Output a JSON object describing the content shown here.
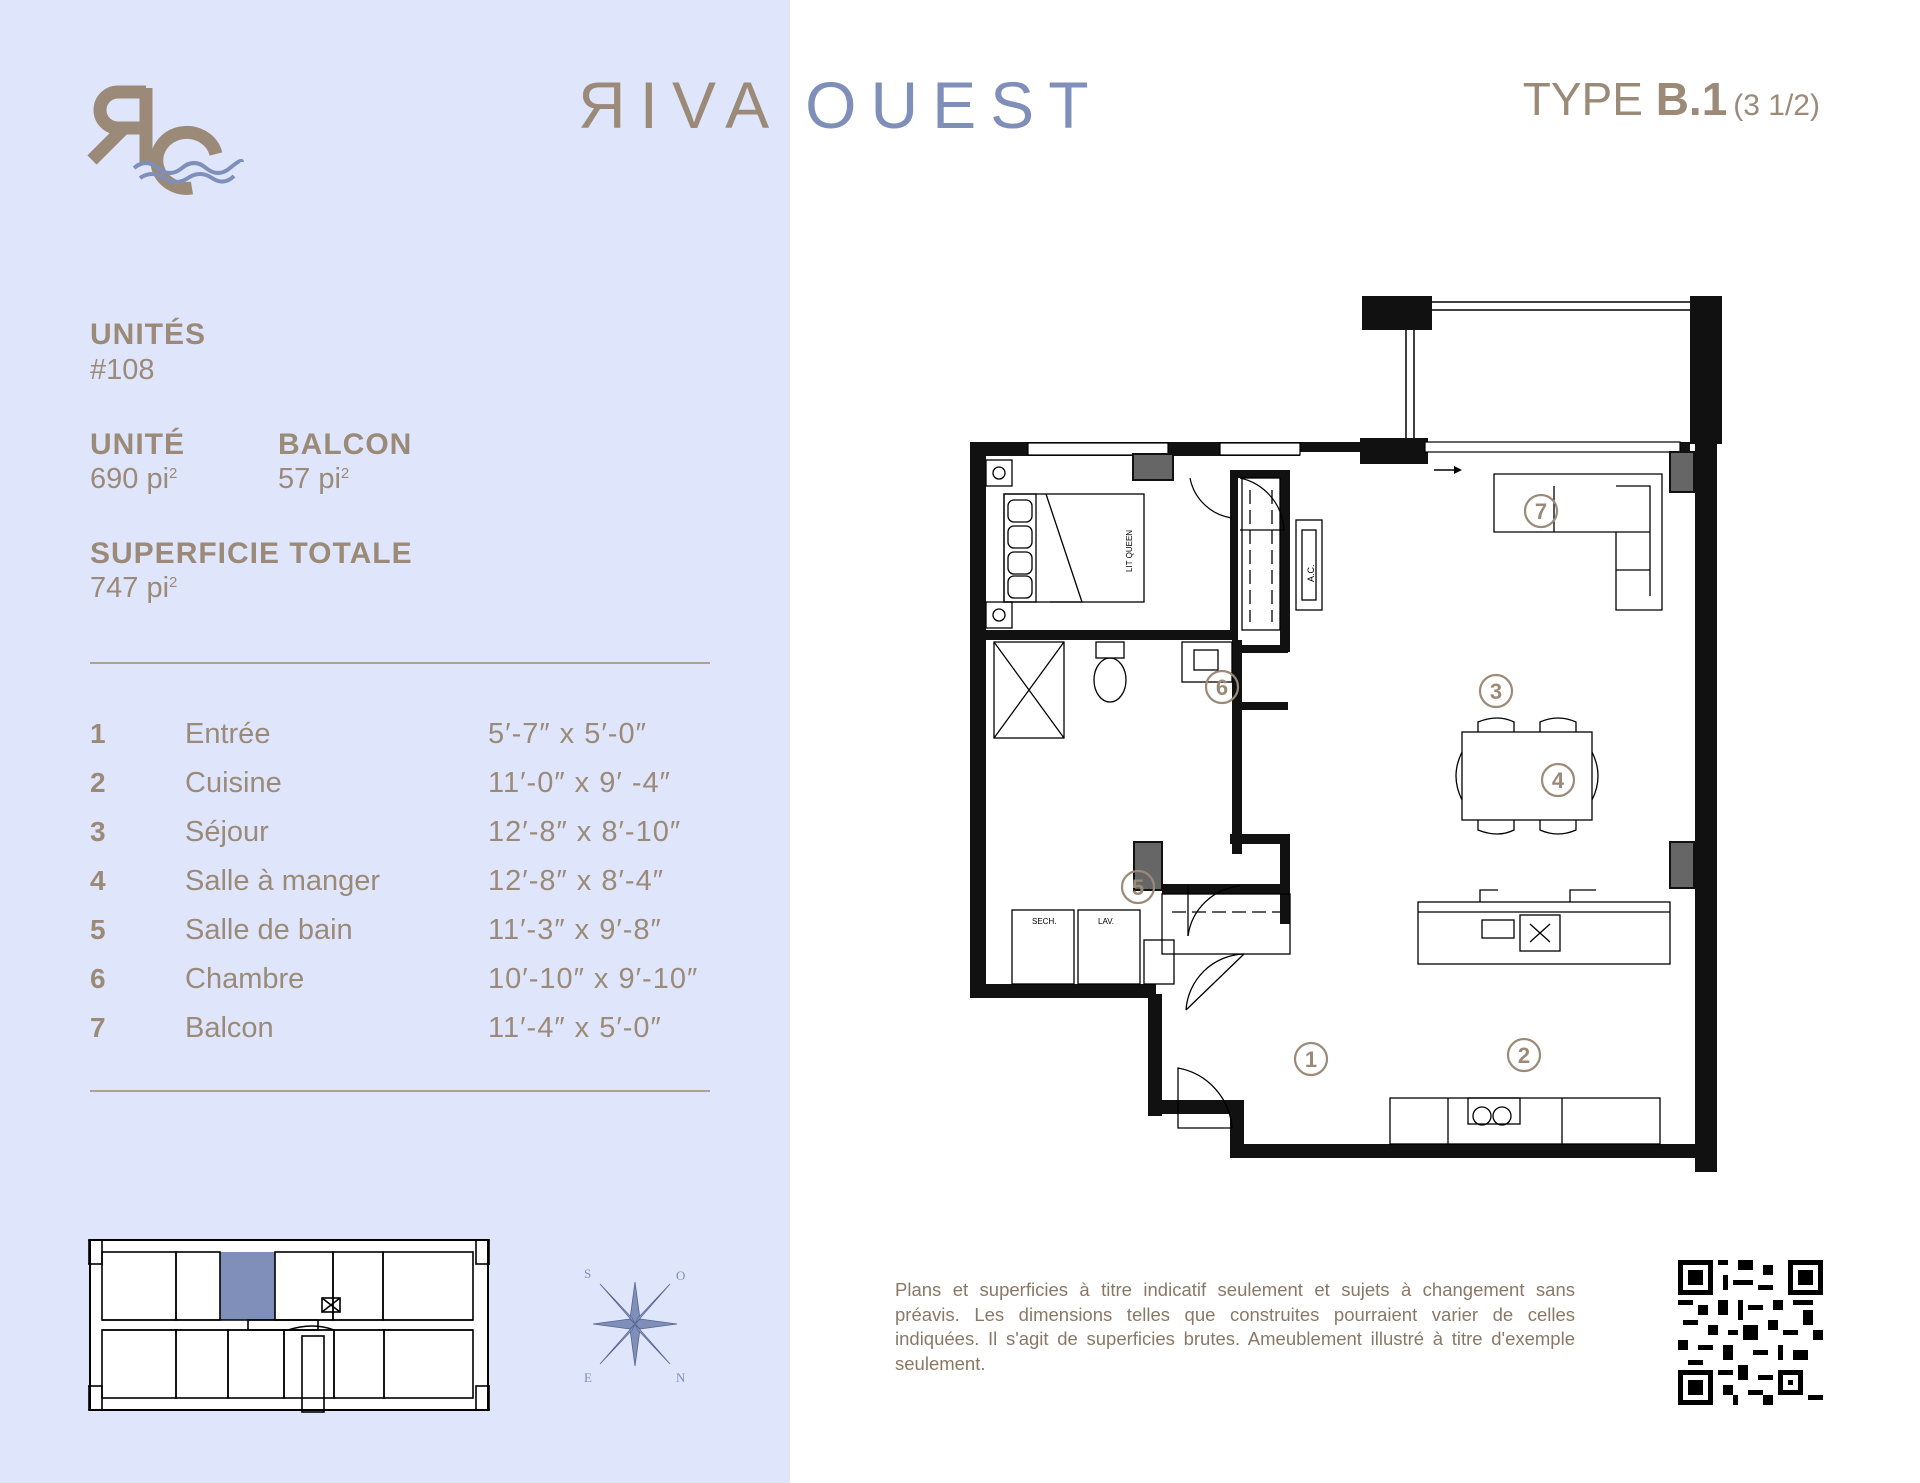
{
  "header": {
    "brand_part1": "ЯIVA",
    "brand_part2": "OUEST",
    "type_prefix": "TYPE",
    "type_code": "B.1",
    "type_rooms": "(3 1/2)"
  },
  "specs": {
    "units_label": "UNITÉS",
    "units_value": "#108",
    "unit_label": "UNITÉ",
    "unit_value": "690 pi",
    "balcony_label": "BALCON",
    "balcony_value": "57 pi",
    "total_label": "SUPERFICIE TOTALE",
    "total_value": "747 pi",
    "area_unit_exp": "2"
  },
  "rooms": [
    {
      "num": "1",
      "name": "Entrée",
      "dim": "5′-7″ x 5′-0″"
    },
    {
      "num": "2",
      "name": "Cuisine",
      "dim": "11′-0″ x 9′ -4″"
    },
    {
      "num": "3",
      "name": "Séjour",
      "dim": "12′-8″ x 8′-10″"
    },
    {
      "num": "4",
      "name": "Salle à manger",
      "dim": "12′-8″ x 8′-4″"
    },
    {
      "num": "5",
      "name": "Salle de bain",
      "dim": "11′-3″ x 9′-8″"
    },
    {
      "num": "6",
      "name": "Chambre",
      "dim": "10′-10″ x 9′-10″"
    },
    {
      "num": "7",
      "name": "Balcon",
      "dim": "11′-4″ x 5′-0″"
    }
  ],
  "plan": {
    "bed_label": "LIT QUEEN",
    "ac_label": "A.C.",
    "dryer_label": "SECH.",
    "washer_label": "LAV.",
    "markers": [
      "1",
      "2",
      "3",
      "4",
      "5",
      "6",
      "7"
    ]
  },
  "compass": {
    "s": "S",
    "o": "O",
    "e": "E",
    "n": "N"
  },
  "disclaimer": "Plans et superficies à titre indicatif seulement et sujets à changement sans préavis. Les dimensions telles que construites pourraient varier de celles indiquées. Il s'agit de superficies brutes. Ameublement illustré à titre d'exemple seulement.",
  "colors": {
    "panel_bg": "#dfe6fc",
    "brand_taupe": "#9c8a78",
    "brand_blue": "#7f8fb9",
    "highlight_unit": "#7f8fb9"
  }
}
